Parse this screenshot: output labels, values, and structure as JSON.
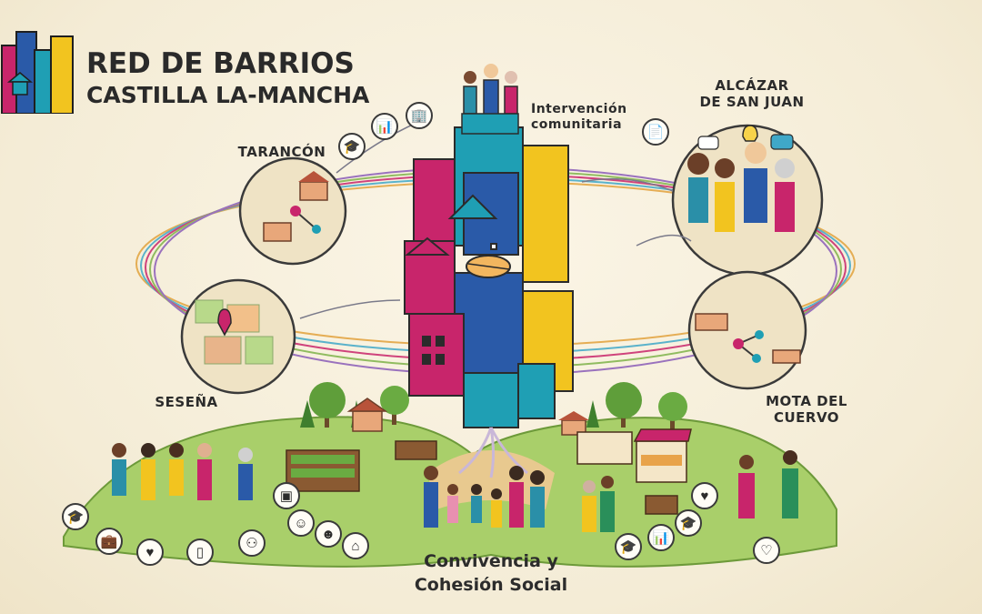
{
  "logo": {
    "line1": "RED DE BARRIOS",
    "line2": "CASTILLA LA-MANCHA"
  },
  "center_label": "Intervención comunitaria",
  "nodes": {
    "taracon": "TARANCÓN",
    "alcazar_line1": "ALCÁZAR",
    "alcazar_line2": "DE SAN JUAN",
    "sesena": "SESEÑA",
    "mota_line1": "MOTA DEL",
    "mota_line2": "CUERVO"
  },
  "bottom_title": {
    "line1": "Convivencia y",
    "line2": "Cohesión Social"
  },
  "icons": {
    "top": [
      "graduation-cap-icon",
      "chart-icon",
      "building-document-icon"
    ],
    "left_bottom": [
      "graduation-cap-icon",
      "briefcase-icon",
      "heart-icon",
      "tablet-icon",
      "network-icon",
      "photo-icon",
      "people-group-icon",
      "community-people-icon",
      "house-icon"
    ],
    "right_bottom": [
      "heart-icon",
      "graduation-cap-icon",
      "chart-icon",
      "graduation-cap-icon",
      "hand-heart-icon"
    ],
    "alcazar_side": "document-icon"
  },
  "colors": {
    "magenta": "#c8256b",
    "teal": "#1f9fb4",
    "blue": "#2a5aa8",
    "yellow": "#f2c41f",
    "green": "#7fb34a",
    "background": "#f6efdc"
  }
}
